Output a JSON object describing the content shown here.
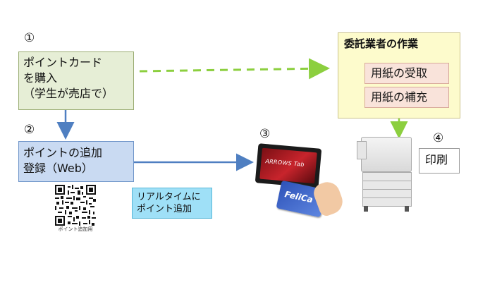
{
  "steps": {
    "step1": {
      "number": "①",
      "lines": [
        "ポイントカード",
        "を購入",
        "（学生が売店で）"
      ]
    },
    "step2": {
      "number": "②",
      "lines": [
        "ポイントの追加",
        "登録（Web）"
      ]
    },
    "step3": {
      "number": "③"
    },
    "step4": {
      "number": "④",
      "label": "印刷"
    }
  },
  "contractor": {
    "title": "委託業者の作業",
    "task1": "用紙の受取",
    "task2": "用紙の補充"
  },
  "qr": {
    "caption": "ポイント追加用"
  },
  "realtime": {
    "lines": [
      "リアルタイムに",
      "ポイント追加"
    ]
  },
  "tablet": {
    "brand": "ARROWS Tab"
  },
  "card": {
    "brand": "FeliCa"
  },
  "colors": {
    "arrow_blue": "#4f7fc1",
    "arrow_green": "#8ccf3f"
  }
}
